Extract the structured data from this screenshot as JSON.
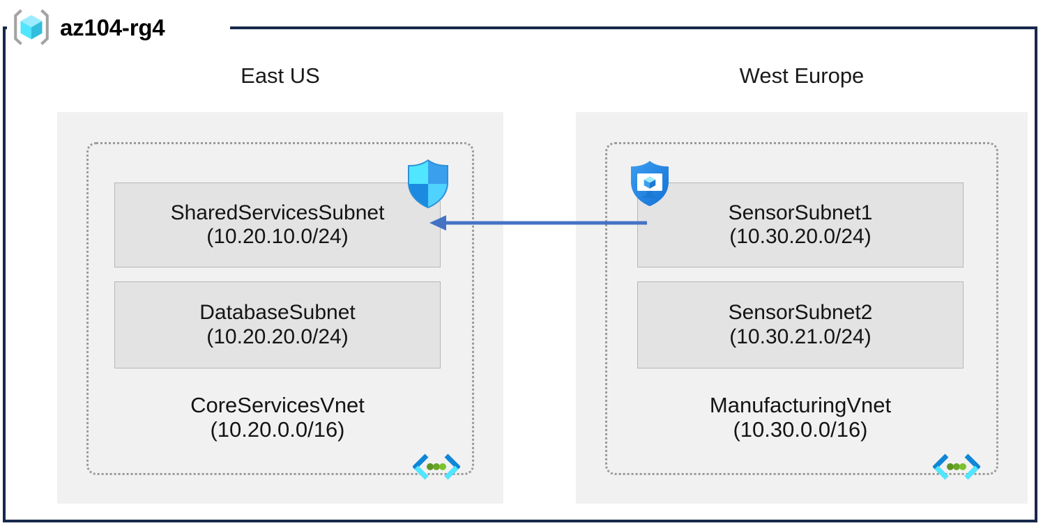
{
  "diagram": {
    "resource_group": {
      "name": "az104-rg4",
      "icon": "resource-group-icon",
      "frame_color": "#17294b"
    },
    "regions": [
      {
        "id": "east-us",
        "label": "East US",
        "box_color": "#f1f1f1",
        "vnet": {
          "name": "CoreServicesVnet",
          "cidr": "(10.20.0.0/16)",
          "icon": "virtual-network-icon",
          "subnets": [
            {
              "name": "SharedServicesSubnet",
              "cidr": "(10.20.10.0/24)",
              "attached_icon": "firewall-shield-icon"
            },
            {
              "name": "DatabaseSubnet",
              "cidr": "(10.20.20.0/24)",
              "attached_icon": null
            }
          ]
        }
      },
      {
        "id": "west-europe",
        "label": "West Europe",
        "box_color": "#f1f1f1",
        "vnet": {
          "name": "ManufacturingVnet",
          "cidr": "(10.30.0.0/16)",
          "icon": "virtual-network-icon",
          "subnets": [
            {
              "name": "SensorSubnet1",
              "cidr": "(10.30.20.0/24)",
              "attached_icon": "network-security-group-icon"
            },
            {
              "name": "SensorSubnet2",
              "cidr": "(10.30.21.0/24)",
              "attached_icon": null
            }
          ]
        }
      }
    ],
    "connection": {
      "name": "vnet-peering-arrow",
      "direction": "right-to-left",
      "color": "#4472c4",
      "label": ""
    },
    "colors": {
      "frame": "#17294b",
      "region_fill": "#f1f1f1",
      "subnet_fill": "#e3e3e3",
      "subnet_border": "#b6b6b6",
      "vnet_border": "#9a9a9a",
      "arrow": "#4472c4",
      "azure_blue": "#0078d4",
      "cyan": "#50e6ff"
    }
  }
}
